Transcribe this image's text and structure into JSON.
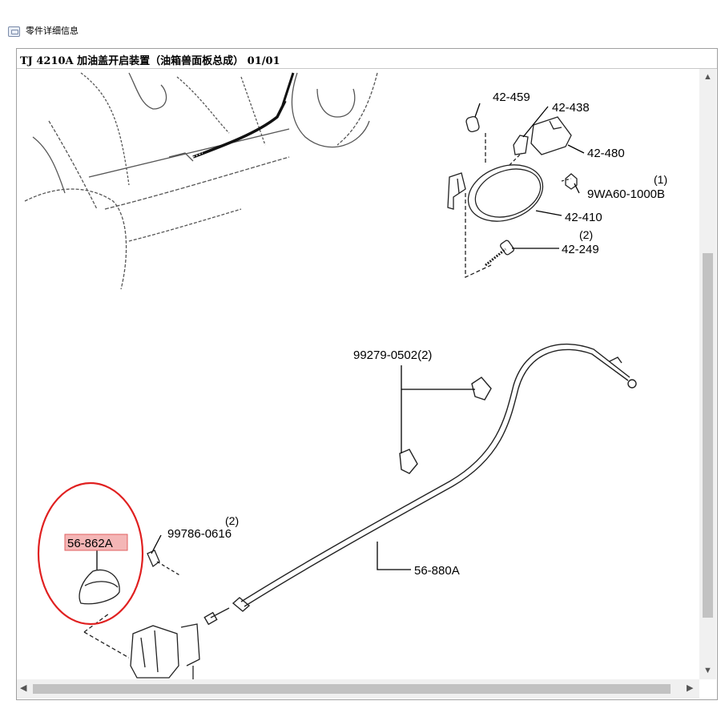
{
  "window": {
    "title": "零件详细信息"
  },
  "header": {
    "text": "TJ  4210A 加油盖开启装置（油箱兽面板总成） 01/01"
  },
  "parts": [
    {
      "id": "p42459",
      "code": "42-459"
    },
    {
      "id": "p42438",
      "code": "42-438"
    },
    {
      "id": "p42480",
      "code": "42-480"
    },
    {
      "id": "p9wa60",
      "code": "9WA60-1000B"
    },
    {
      "id": "p42410",
      "code": "42-410"
    },
    {
      "id": "p42249",
      "code": "42-249"
    },
    {
      "id": "p99279",
      "code": "99279-0502(2)"
    },
    {
      "id": "p99786",
      "code": "99786-0616"
    },
    {
      "id": "p56862",
      "code": "56-862A"
    },
    {
      "id": "p56880",
      "code": "56-880A"
    }
  ],
  "qty": {
    "p9wa60": "(1)",
    "p42249": "(2)",
    "p99786": "(2)"
  },
  "scrollbar": {
    "up": "▲",
    "down": "▼",
    "left": "◀",
    "right": "▶"
  },
  "colors": {
    "highlight_ring": "#e02020",
    "highlight_fill": "#f4b6b6"
  }
}
